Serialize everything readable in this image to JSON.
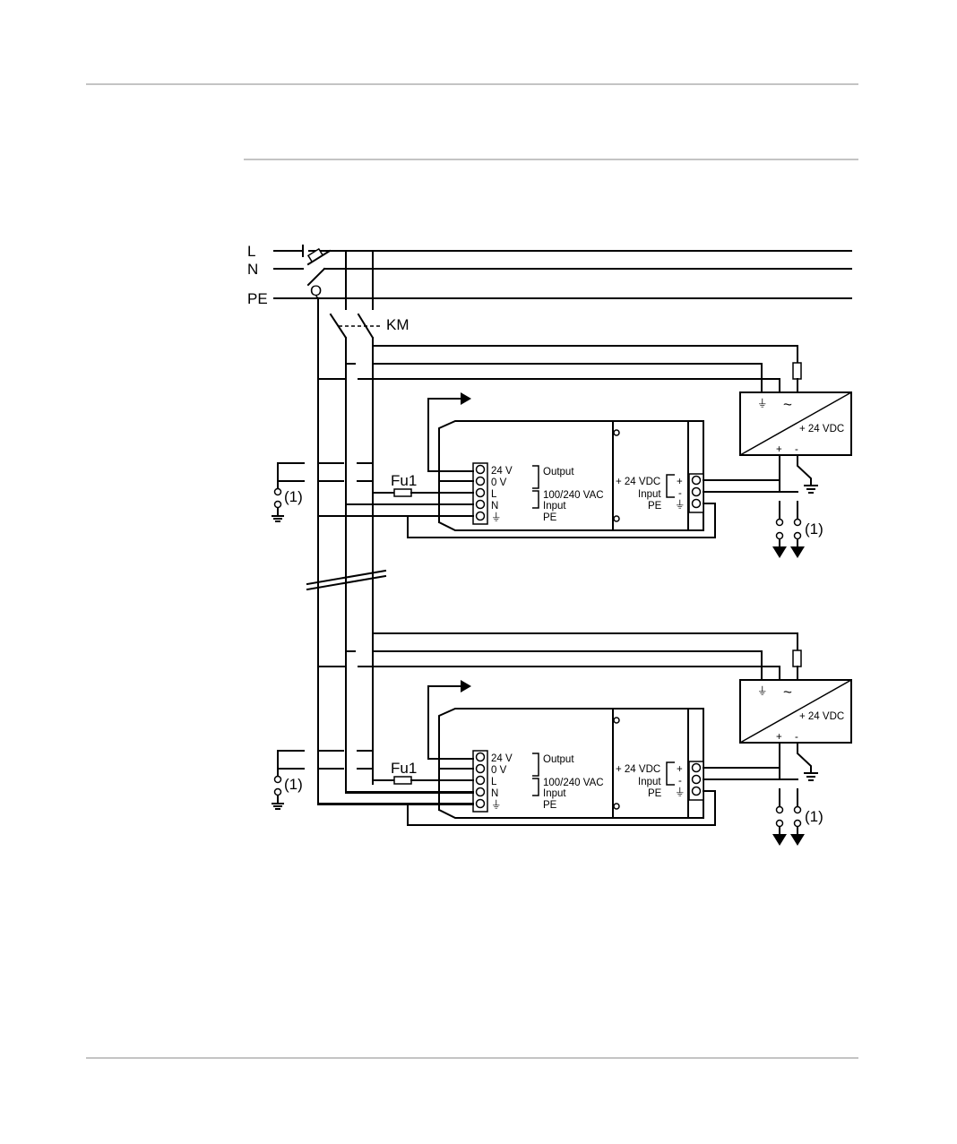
{
  "bus": {
    "l": "L",
    "n": "N",
    "pe": "PE"
  },
  "breaker": "Q",
  "contactor": "KM",
  "modules": [
    {
      "fuse": "Fu1",
      "ground_note": "(1)",
      "output_note": "(1)",
      "ps_left_terminals": [
        "24 V",
        "0 V",
        "L",
        "N",
        "⏚"
      ],
      "ps_output_label": "Output",
      "ps_input_voltage": "100/240 VAC",
      "ps_input_label": "Input",
      "ps_pe_label": "PE",
      "ps_right_voltage": "+ 24 VDC",
      "ps_right_input": "Input",
      "ps_right_pe": "PE",
      "ps_right_terminals": [
        "+",
        "-",
        "⏚"
      ],
      "conv_earth": "⏚",
      "conv_ac": "~",
      "conv_output": "+ 24 VDC",
      "conv_plus": "+",
      "conv_minus": "-"
    },
    {
      "fuse": "Fu1",
      "ground_note": "(1)",
      "output_note": "(1)",
      "ps_left_terminals": [
        "24 V",
        "0 V",
        "L",
        "N",
        "⏚"
      ],
      "ps_output_label": "Output",
      "ps_input_voltage": "100/240 VAC",
      "ps_input_label": "Input",
      "ps_pe_label": "PE",
      "ps_right_voltage": "+ 24 VDC",
      "ps_right_input": "Input",
      "ps_right_pe": "PE",
      "ps_right_terminals": [
        "+",
        "-",
        "⏚"
      ],
      "conv_earth": "⏚",
      "conv_ac": "~",
      "conv_output": "+ 24 VDC",
      "conv_plus": "+",
      "conv_minus": "-"
    }
  ]
}
